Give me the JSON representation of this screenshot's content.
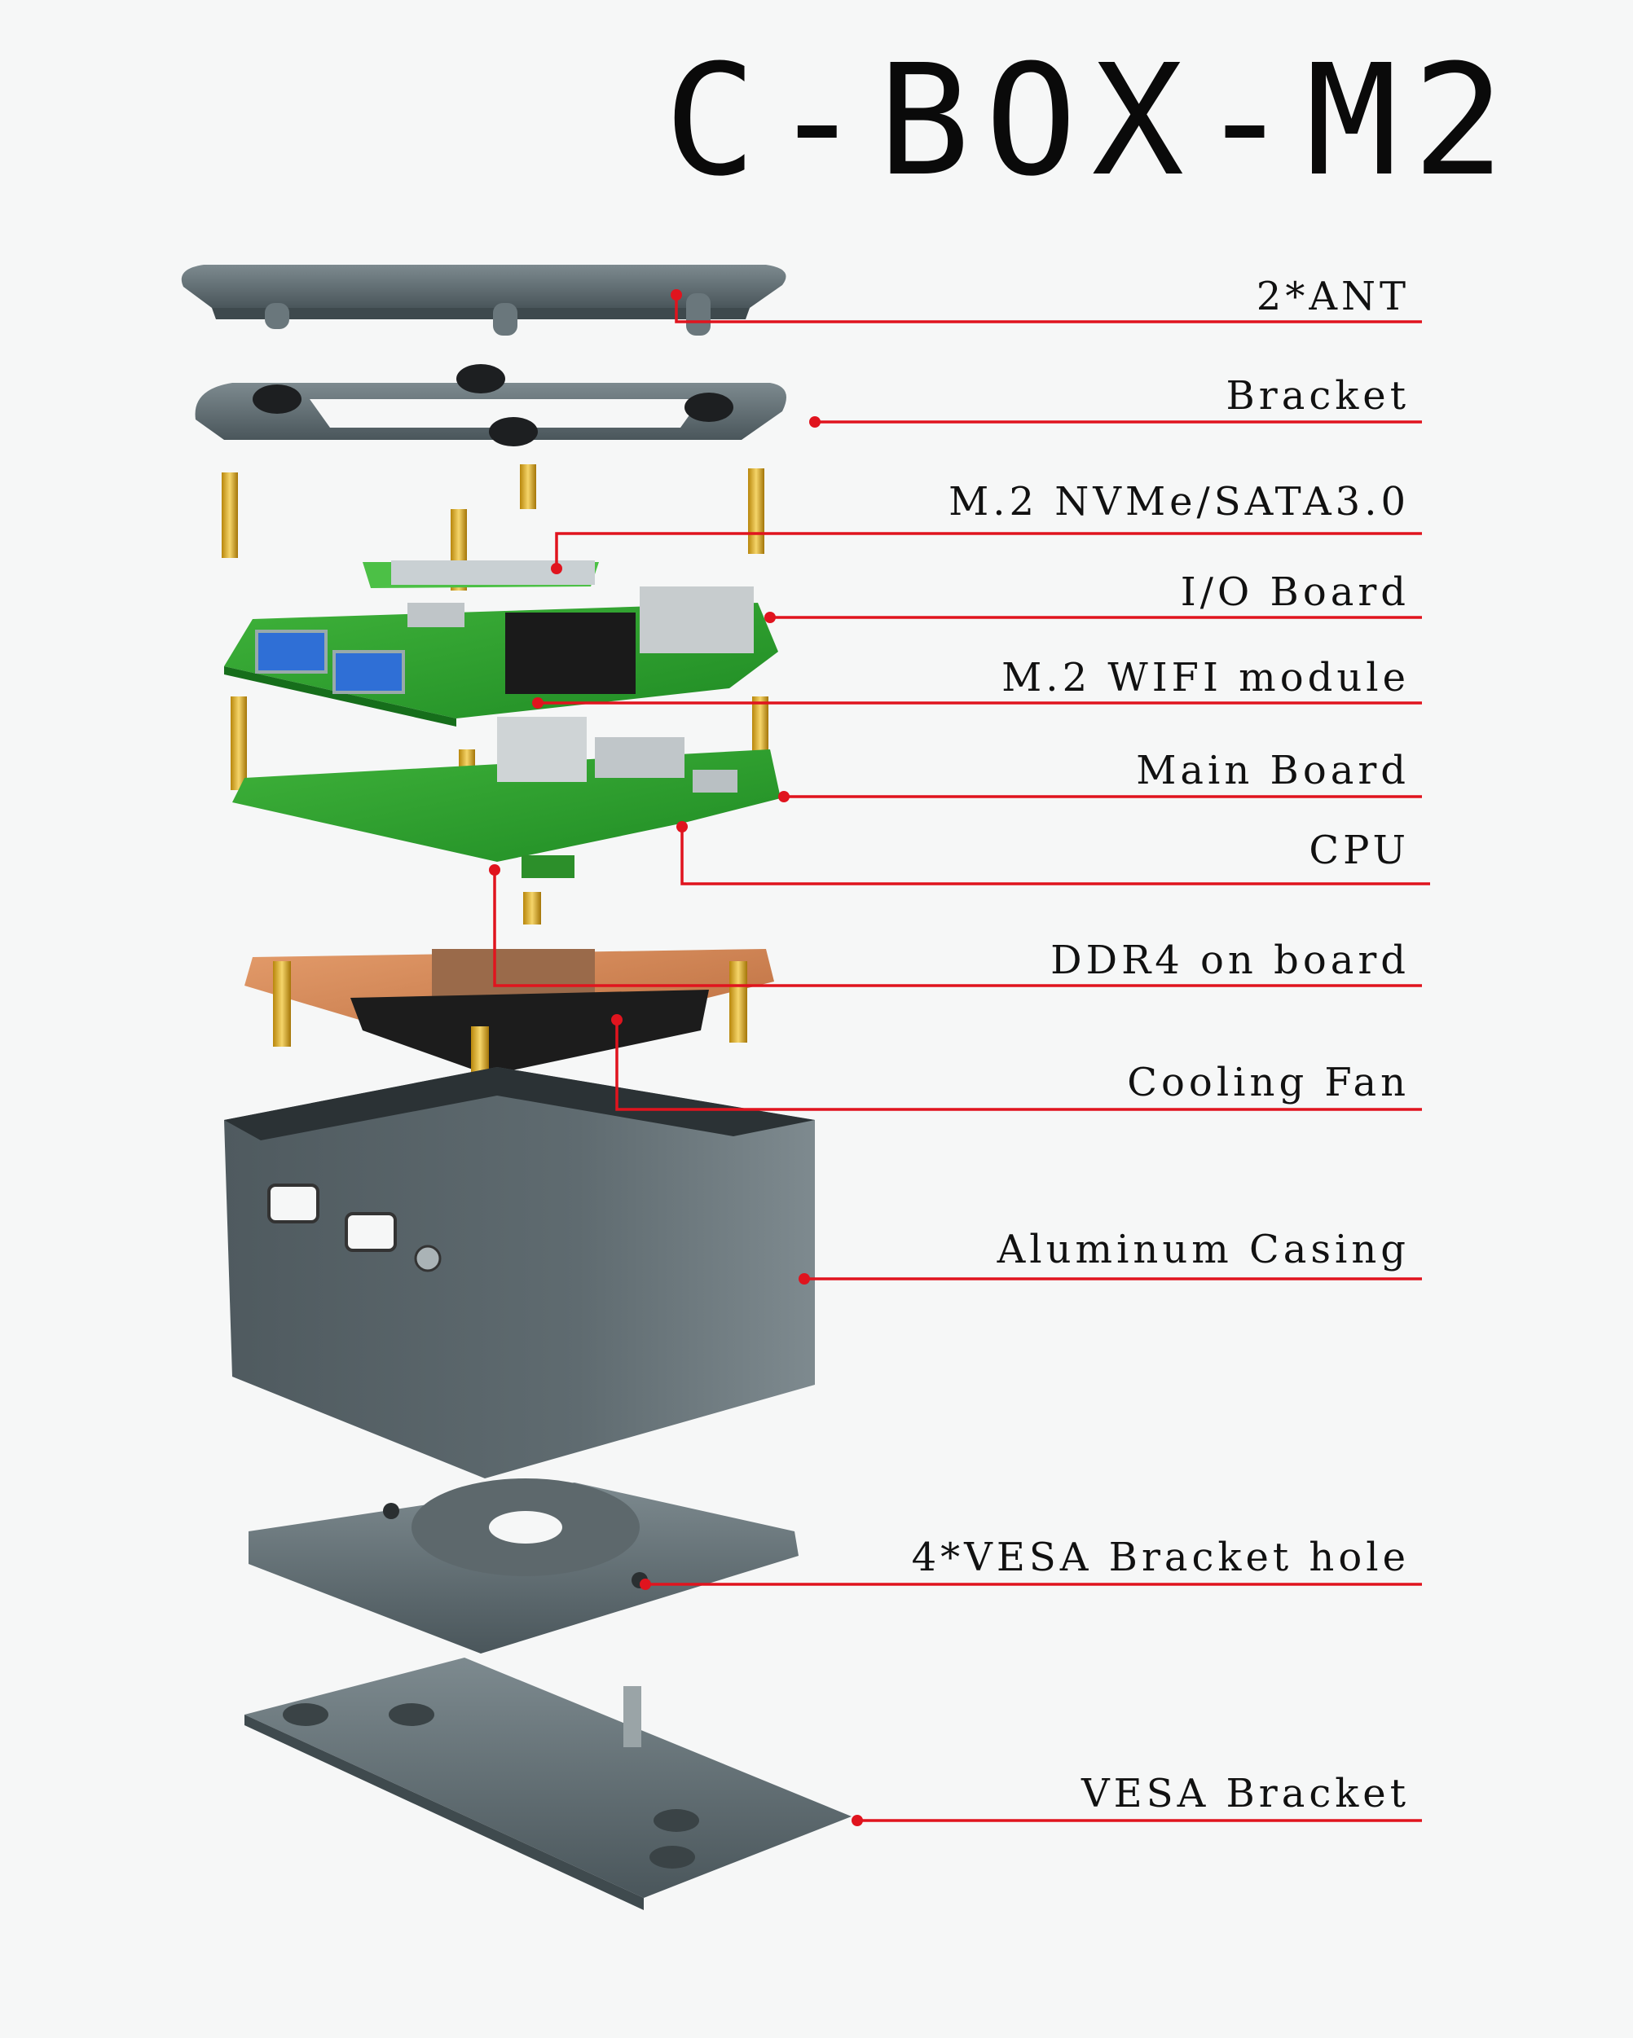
{
  "title": "C-BOX-M2",
  "accent_color": "#e0141e",
  "labels": [
    {
      "id": "ant",
      "text": "2*ANT"
    },
    {
      "id": "bracket",
      "text": "Bracket"
    },
    {
      "id": "m2-nvme",
      "text": "M.2 NVMe/SATA3.0"
    },
    {
      "id": "io-board",
      "text": "I/O Board"
    },
    {
      "id": "m2-wifi",
      "text": "M.2 WIFI module"
    },
    {
      "id": "main-board",
      "text": "Main Board"
    },
    {
      "id": "cpu",
      "text": "CPU"
    },
    {
      "id": "ddr4",
      "text": "DDR4 on board"
    },
    {
      "id": "cooling-fan",
      "text": "Cooling Fan"
    },
    {
      "id": "casing",
      "text": "Aluminum Casing"
    },
    {
      "id": "vesa-hole",
      "text": "4*VESA Bracket hole"
    },
    {
      "id": "vesa-bracket",
      "text": "VESA Bracket"
    }
  ]
}
